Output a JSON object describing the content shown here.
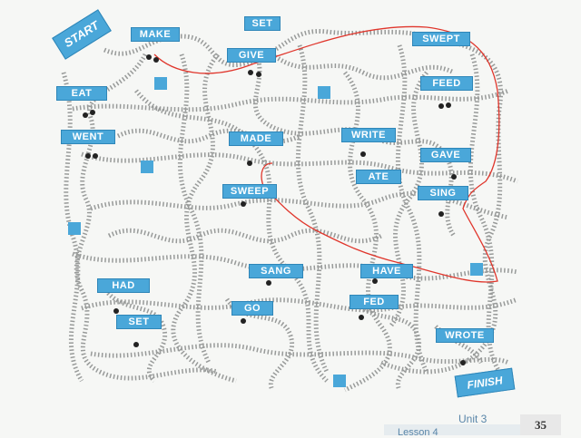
{
  "start_label": "START",
  "finish_label": "FINISH",
  "signs": {
    "make": "MAKE",
    "set_top": "SET",
    "give": "GIVE",
    "swept": "SWEPT",
    "eat": "EAT",
    "feed": "FEED",
    "went": "WENT",
    "made": "MADE",
    "write": "WRITE",
    "gave": "GAVE",
    "ate": "ATE",
    "sweep": "SWEEP",
    "sing": "SING",
    "sang": "SANG",
    "have": "HAVE",
    "had": "HAD",
    "fed": "FED",
    "go": "GO",
    "set_bottom": "SET",
    "wrote": "WROTE"
  },
  "footer": {
    "unit": "Unit 3",
    "lesson": "Lesson 4",
    "page": "35"
  },
  "colors": {
    "sign_blue": "#4aa7d9",
    "track_gray": "#8e9190",
    "route_red": "#e0362c"
  }
}
